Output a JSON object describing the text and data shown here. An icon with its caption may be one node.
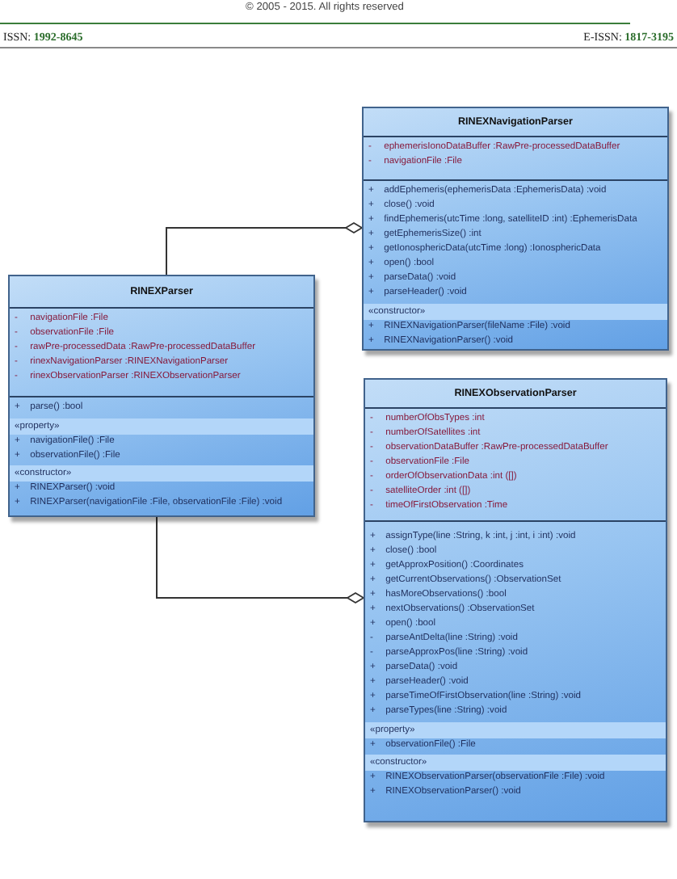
{
  "diagram": {
    "nodes": [
      {
        "text": [
          "RINEXNavigationParser",
          "- ephemerisIonoDataBuffer :RawPre-processedDataBuffer",
          "- navigationFile :File",
          "+ addEphemeris(ephemerisData :EphemerisData) :void",
          "+ close() :void",
          "+ findEphemeris(utcTime :long, satelliteID :int) :EphemerisData",
          "+ getEphemerisSize() :int",
          "+ getIonosphericData(utcTime :long) :IonosphericData",
          "+ open() :bool",
          "+ parseData() :void",
          "+ parseHeader() :void",
          "«constructor»",
          "+ RINEXNavigationParser(fileName :File) :void",
          "+ RINEXNavigationParser() :void"
        ]
      },
      {
        "text": [
          "RINEXParser",
          "- navigationFile :File",
          "- observationFile :File",
          "- rawPre-processedData :RawPre-processedDataBuffer",
          "- rinexNavigationParser :RINEXNavigationParser",
          "- rinexObservationParser :RINEXObservationParser",
          "+ parse() :bool",
          "«property»",
          "+ navigationFile() :File",
          "+ observationFile() :File",
          "«constructor»",
          "+ RINEXParser() :void",
          "+ RINEXParser(navigationFile :File, observationFile :File) :void"
        ]
      },
      {
        "text": [
          "RINEXObservationParser",
          "- numberOfObsTypes :int",
          "- numberOfSatellites :int",
          "- observationDataBuffer :RawPre-processedDataBuffer",
          "- observationFile :File",
          "- orderOfObservationData :int ([])",
          "- satelliteOrder :int ([])",
          "- timeOfFirstObservation :Time",
          "+ assignType(line :String, k :int, j :int, i :int) :void",
          "+ close() :bool",
          "+ getApproxPosition() :Coordinates",
          "+ getCurrentObservations() :ObservationSet",
          "+ hasMoreObservations() :bool",
          "+ nextObservations() :ObservationSet",
          "+ open() :bool",
          "- parseAntDelta(line :String) :void",
          "- parseApproxPos(line :String) :void",
          "+ parseData() :void",
          "+ parseHeader() :void",
          "+ parseTimeOfFirstObservation(line :String) :void",
          "+ parseTypes(line :String) :void",
          "«property»",
          "+ observationFile() :File",
          "«constructor»",
          "+ RINEXObservationParser(observationFile :File) :void",
          "+ RINEXObservationParser() :void"
        ]
      }
    ],
    "edges": [
      {
        "from": 1,
        "to": 0,
        "arrow": "other"
      },
      {
        "from": 1,
        "to": 2,
        "arrow": "other"
      }
    ],
    "labels": [
      "© 2005 - 2015. All rights reserved",
      "ISSN: **1992-8645**",
      "E-ISSN: **1817-3195**"
    ]
  }
}
